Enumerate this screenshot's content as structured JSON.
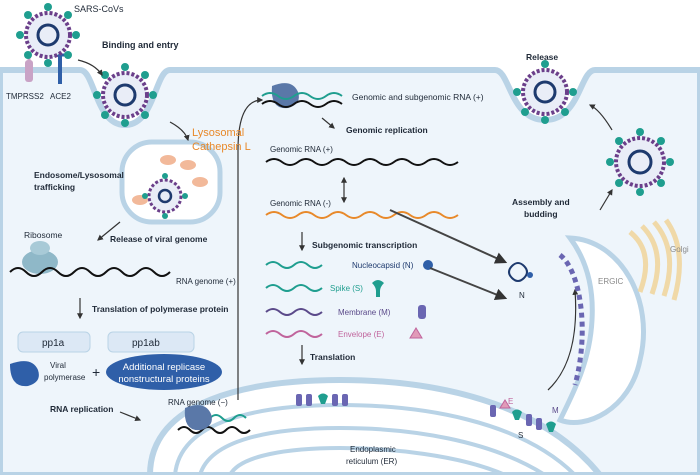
{
  "labels": {
    "virus": "SARS-CoVs",
    "binding_entry": "Binding and entry",
    "tmprss2": "TMPRSS2",
    "ace2": "ACE2",
    "lysosomal_l1": "Lysosomal",
    "lysosomal_l2": "Cathepsin L",
    "endosome_l1": "Endosome/Lysosomal",
    "endosome_l2": "trafficking",
    "release_genome": "Release of viral genome",
    "ribosome": "Ribosome",
    "rna_genome_pos": "RNA genome (+)",
    "translation_poly": "Translation of polymerase protein",
    "pp1a": "pp1a",
    "pp1ab": "pp1ab",
    "viral_polymerase_l1": "Viral",
    "viral_polymerase_l2": "polymerase",
    "plus_sign": "+",
    "additional_l1": "Additional replicase",
    "additional_l2": "nonstructural proteins",
    "rna_replication": "RNA replication",
    "rna_genome_neg": "RNA genome (−)",
    "genomic_subgenomic": "Genomic and subgenomic RNA (+)",
    "genomic_replication": "Genomic replication",
    "genomic_rna_pos": "Genomic RNA (+)",
    "genomic_rna_neg": "Genomic RNA (-)",
    "subgenomic_transcription": "Subgenomic transcription",
    "nucleocapsid": "Nucleocapsid (N)",
    "spike": "Spike (S)",
    "membrane": "Membrane (M)",
    "envelope": "Envelope (E)",
    "translation": "Translation",
    "er_l1": "Endoplasmic",
    "er_l2": "reticulum (ER)",
    "release": "Release",
    "assembly_l1": "Assembly and",
    "assembly_l2": "budding",
    "golgi": "Golgi",
    "ergic": "ERGIC",
    "n_label": "N",
    "e_label": "E",
    "m_label": "M",
    "s_label": "S"
  },
  "colors": {
    "orange": "#e8892a",
    "teal": "#1f9e8f",
    "navy": "#1e3a6e",
    "purple": "#5b4a8a",
    "pink": "#c0649c",
    "membrane": "#b9d3e6",
    "cytoplasm": "#eef5fb",
    "golgi": "#f0d9a8"
  }
}
